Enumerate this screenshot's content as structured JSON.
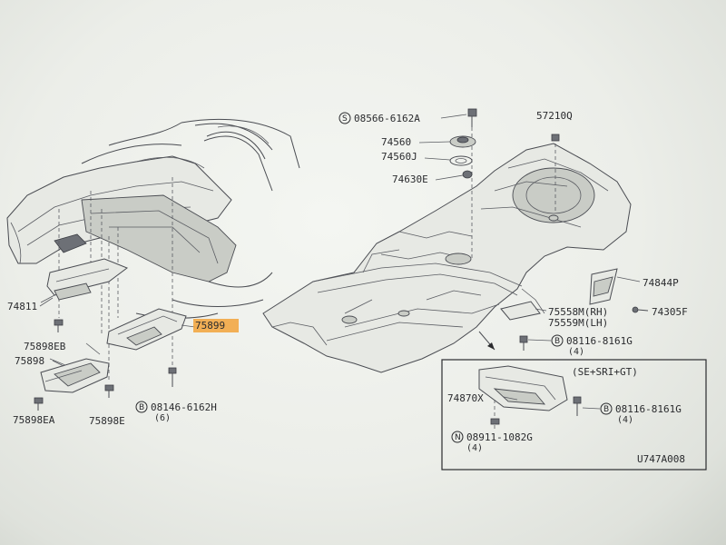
{
  "diagram_code": "U747A008",
  "inset_condition": "(SE+SRI+GT)",
  "fasteners": [
    {
      "id": "f1",
      "prefix": "S",
      "number": "08566-6162A",
      "qty": ""
    },
    {
      "id": "f2",
      "prefix": "B",
      "number": "08146-6162H",
      "qty": "(6)"
    },
    {
      "id": "f3",
      "prefix": "B",
      "number": "08116-8161G",
      "qty": "(4)"
    },
    {
      "id": "f4",
      "prefix": "B",
      "number": "08116-8161G",
      "qty": "(4)"
    },
    {
      "id": "f5",
      "prefix": "N",
      "number": "08911-1082G",
      "qty": "(4)"
    }
  ],
  "parts": {
    "p57210q": "57210Q",
    "p74560": "74560",
    "p74560j": "74560J",
    "p74630e": "74630E",
    "p74844p": "74844P",
    "p74305f": "74305F",
    "p75558m": "75558M(RH)",
    "p75559m": "75559M(LH)",
    "p74811": "74811",
    "p75899": "75899",
    "p75898eb": "75898EB",
    "p75898": "75898",
    "p75898ea": "75898EA",
    "p75898e": "75898E",
    "p74870x": "74870X"
  },
  "highlight_color": "#f2a33a"
}
